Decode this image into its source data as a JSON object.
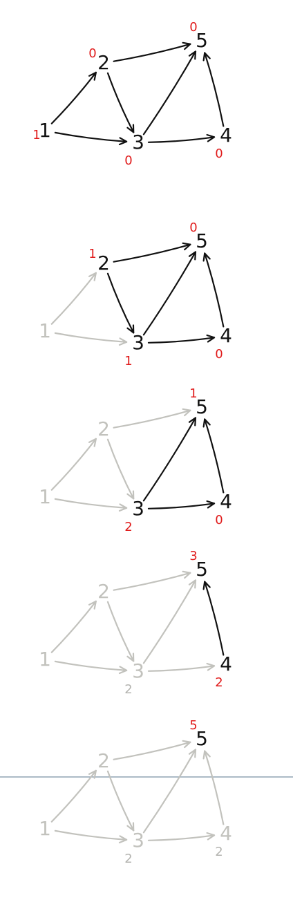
{
  "colors": {
    "active": "#111111",
    "faded": "#c2c2bd",
    "count": "#e01b1b",
    "count_faded": "#b4b4b0",
    "divider": "#8fa3b4"
  },
  "panels": [
    {
      "nodes": [
        {
          "id": "1",
          "state": "active",
          "count": "1",
          "count_state": "active"
        },
        {
          "id": "2",
          "state": "active",
          "count": "0",
          "count_state": "active"
        },
        {
          "id": "3",
          "state": "active",
          "count": "0",
          "count_state": "active"
        },
        {
          "id": "4",
          "state": "active",
          "count": "0",
          "count_state": "active"
        },
        {
          "id": "5",
          "state": "active",
          "count": "0",
          "count_state": "active"
        }
      ],
      "edges": [
        {
          "from": "1",
          "to": "2",
          "state": "active"
        },
        {
          "from": "1",
          "to": "3",
          "state": "active"
        },
        {
          "from": "2",
          "to": "3",
          "state": "active"
        },
        {
          "from": "2",
          "to": "5",
          "state": "active"
        },
        {
          "from": "3",
          "to": "5",
          "state": "active"
        },
        {
          "from": "3",
          "to": "4",
          "state": "active"
        },
        {
          "from": "4",
          "to": "5",
          "state": "active"
        }
      ]
    },
    {
      "nodes": [
        {
          "id": "1",
          "state": "faded",
          "count": "",
          "count_state": "none"
        },
        {
          "id": "2",
          "state": "active",
          "count": "1",
          "count_state": "active"
        },
        {
          "id": "3",
          "state": "active",
          "count": "1",
          "count_state": "active"
        },
        {
          "id": "4",
          "state": "active",
          "count": "0",
          "count_state": "active"
        },
        {
          "id": "5",
          "state": "active",
          "count": "0",
          "count_state": "active"
        }
      ],
      "edges": [
        {
          "from": "1",
          "to": "2",
          "state": "faded"
        },
        {
          "from": "1",
          "to": "3",
          "state": "faded"
        },
        {
          "from": "2",
          "to": "3",
          "state": "active"
        },
        {
          "from": "2",
          "to": "5",
          "state": "active"
        },
        {
          "from": "3",
          "to": "5",
          "state": "active"
        },
        {
          "from": "3",
          "to": "4",
          "state": "active"
        },
        {
          "from": "4",
          "to": "5",
          "state": "active"
        }
      ]
    },
    {
      "nodes": [
        {
          "id": "1",
          "state": "faded",
          "count": "",
          "count_state": "none"
        },
        {
          "id": "2",
          "state": "faded",
          "count": "",
          "count_state": "none"
        },
        {
          "id": "3",
          "state": "active",
          "count": "2",
          "count_state": "active"
        },
        {
          "id": "4",
          "state": "active",
          "count": "0",
          "count_state": "active"
        },
        {
          "id": "5",
          "state": "active",
          "count": "1",
          "count_state": "active"
        }
      ],
      "edges": [
        {
          "from": "1",
          "to": "2",
          "state": "faded"
        },
        {
          "from": "1",
          "to": "3",
          "state": "faded"
        },
        {
          "from": "2",
          "to": "3",
          "state": "faded"
        },
        {
          "from": "2",
          "to": "5",
          "state": "faded"
        },
        {
          "from": "3",
          "to": "5",
          "state": "active"
        },
        {
          "from": "3",
          "to": "4",
          "state": "active"
        },
        {
          "from": "4",
          "to": "5",
          "state": "active"
        }
      ]
    },
    {
      "nodes": [
        {
          "id": "1",
          "state": "faded",
          "count": "",
          "count_state": "none"
        },
        {
          "id": "2",
          "state": "faded",
          "count": "",
          "count_state": "none"
        },
        {
          "id": "3",
          "state": "faded",
          "count": "2",
          "count_state": "faded"
        },
        {
          "id": "4",
          "state": "active",
          "count": "2",
          "count_state": "active"
        },
        {
          "id": "5",
          "state": "active",
          "count": "3",
          "count_state": "active"
        }
      ],
      "edges": [
        {
          "from": "1",
          "to": "2",
          "state": "faded"
        },
        {
          "from": "1",
          "to": "3",
          "state": "faded"
        },
        {
          "from": "2",
          "to": "3",
          "state": "faded"
        },
        {
          "from": "2",
          "to": "5",
          "state": "faded"
        },
        {
          "from": "3",
          "to": "5",
          "state": "faded"
        },
        {
          "from": "3",
          "to": "4",
          "state": "faded"
        },
        {
          "from": "4",
          "to": "5",
          "state": "active"
        }
      ]
    },
    {
      "nodes": [
        {
          "id": "1",
          "state": "faded",
          "count": "",
          "count_state": "none"
        },
        {
          "id": "2",
          "state": "faded",
          "count": "",
          "count_state": "none"
        },
        {
          "id": "3",
          "state": "faded",
          "count": "2",
          "count_state": "faded"
        },
        {
          "id": "4",
          "state": "faded",
          "count": "2",
          "count_state": "faded"
        },
        {
          "id": "5",
          "state": "active",
          "count": "5",
          "count_state": "active"
        }
      ],
      "edges": [
        {
          "from": "1",
          "to": "2",
          "state": "faded"
        },
        {
          "from": "1",
          "to": "3",
          "state": "faded"
        },
        {
          "from": "2",
          "to": "3",
          "state": "faded"
        },
        {
          "from": "2",
          "to": "5",
          "state": "faded"
        },
        {
          "from": "3",
          "to": "5",
          "state": "faded"
        },
        {
          "from": "3",
          "to": "4",
          "state": "faded"
        },
        {
          "from": "4",
          "to": "5",
          "state": "faded"
        }
      ]
    }
  ]
}
